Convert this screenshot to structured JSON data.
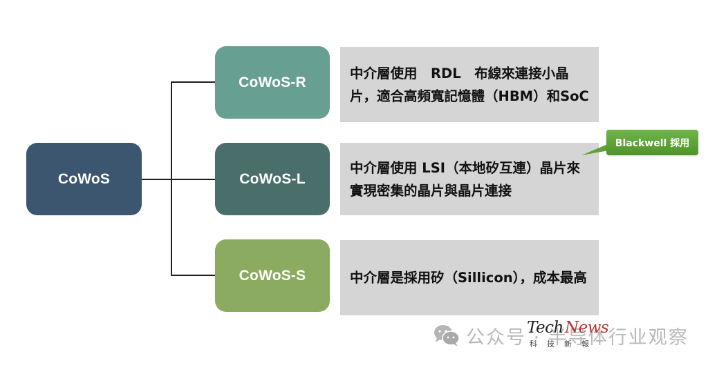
{
  "root": {
    "label": "CoWoS",
    "color": "#3d5670"
  },
  "branches": [
    {
      "label": "CoWoS-R",
      "color": "#679f93",
      "description": "中介層使用　RDL　布線來連接小晶片，適合高頻寬記憶體（HBM）和SoC"
    },
    {
      "label": "CoWoS-L",
      "color": "#4a6f6a",
      "description": "中介層使用 LSI（本地矽互連）晶片來實現密集的晶片與晶片連接"
    },
    {
      "label": "CoWoS-S",
      "color": "#8bab61",
      "description": "中介層是採用矽（Sillicon），成本最高"
    }
  ],
  "callout": {
    "label": "Blackwell 採用",
    "target": "CoWoS-L"
  },
  "watermark": {
    "icon": "wechat-icon",
    "text": "公众号 · 半导体行业观察",
    "logo_tech": "Tech",
    "logo_news": "News",
    "logo_sub": "科技新報"
  },
  "colors": {
    "description_bg": "#d5d5d5",
    "connector": "#1f1f1f",
    "callout": "#5ea338"
  }
}
